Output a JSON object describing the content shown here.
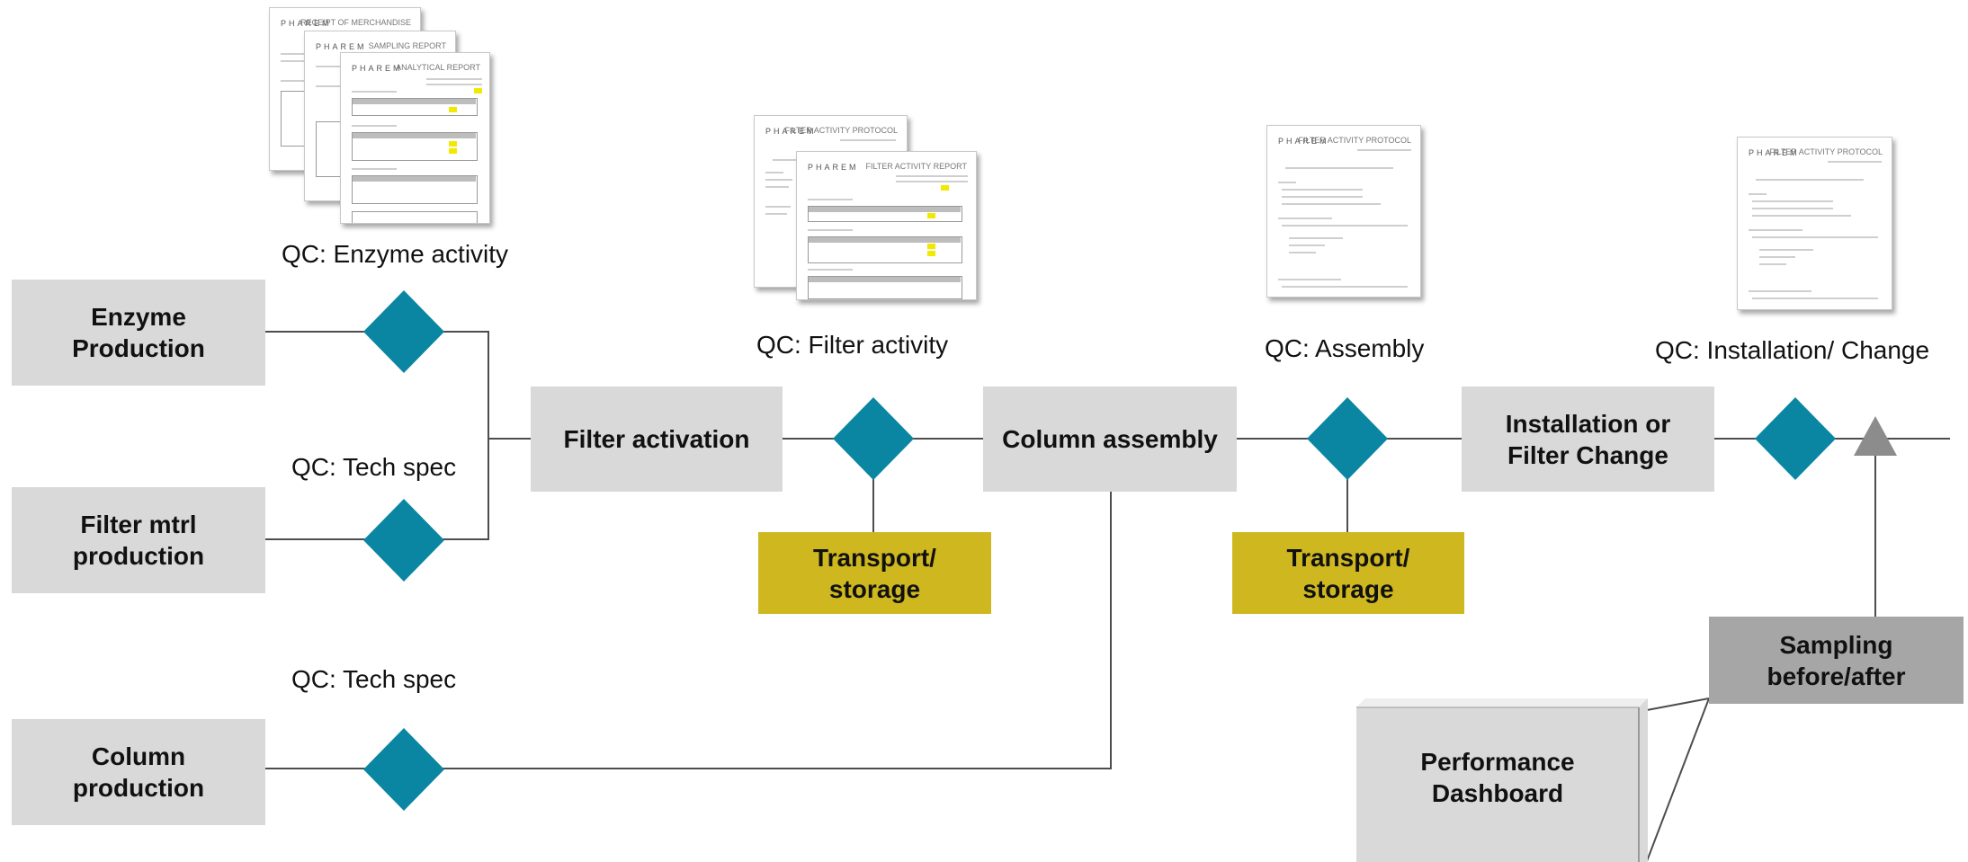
{
  "colors": {
    "process_box": "#d9d9d9",
    "transport_box": "#cfb81f",
    "sampling_box": "#a6a6a6",
    "decision_diamond": "#0a86a3",
    "connector": "#4d4d4d"
  },
  "boxes": {
    "enzyme_production": "Enzyme\nProduction",
    "filter_mtrl_production": "Filter mtrl\nproduction",
    "column_production": "Column\nproduction",
    "filter_activation": "Filter activation",
    "column_assembly": "Column assembly",
    "installation": "Installation or\nFilter Change",
    "transport_1": "Transport/\nstorage",
    "transport_2": "Transport/\nstorage",
    "sampling": "Sampling\nbefore/after",
    "dashboard": "Performance\nDashboard"
  },
  "labels": {
    "qc_enzyme": "QC: Enzyme activity",
    "qc_tech_1": "QC: Tech spec",
    "qc_tech_2": "QC: Tech spec",
    "qc_filter": "QC: Filter activity",
    "qc_assembly": "QC: Assembly",
    "qc_install": "QC: Installation/ Change"
  },
  "documents": {
    "brand": "PHAREM",
    "receipt": "RECEIPT OF MERCHANDISE",
    "sampling": "SAMPLING REPORT",
    "analytical": "ANALYTICAL REPORT",
    "protocol_1": "FILTER ACTIVITY PROTOCOL",
    "report": "FILTER ACTIVITY REPORT",
    "protocol_2": "FILTER ACTIVITY PROTOCOL",
    "protocol_3": "FILTER ACTIVITY PROTOCOL"
  },
  "icons": {
    "decision": "diamond-icon",
    "start_marker": "triangle-up-icon"
  }
}
